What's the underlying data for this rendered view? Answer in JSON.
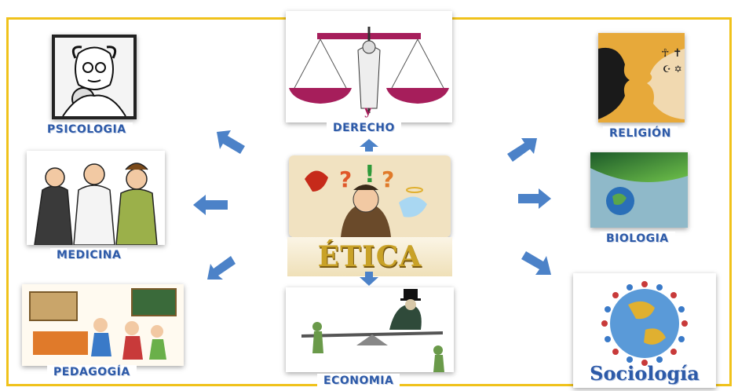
{
  "center": {
    "title": "ÉTICA"
  },
  "nodes": {
    "psicologia": "PSICOLOGIA",
    "derecho": "DERECHO",
    "religion": "RELIGIÓN",
    "medicina": "MEDICINA",
    "biologia": "BIOLOGIA",
    "pedagogia": "PEDAGOGÍA",
    "economia": "ECONOMIA",
    "sociologia": "Sociología"
  },
  "illustrations": {
    "derecho_scale_letter": "y"
  },
  "colors": {
    "frame": "#f0c21b",
    "label_text": "#2d5aa8",
    "arrow": "#4c82c8",
    "center_title": "#c9a227"
  }
}
